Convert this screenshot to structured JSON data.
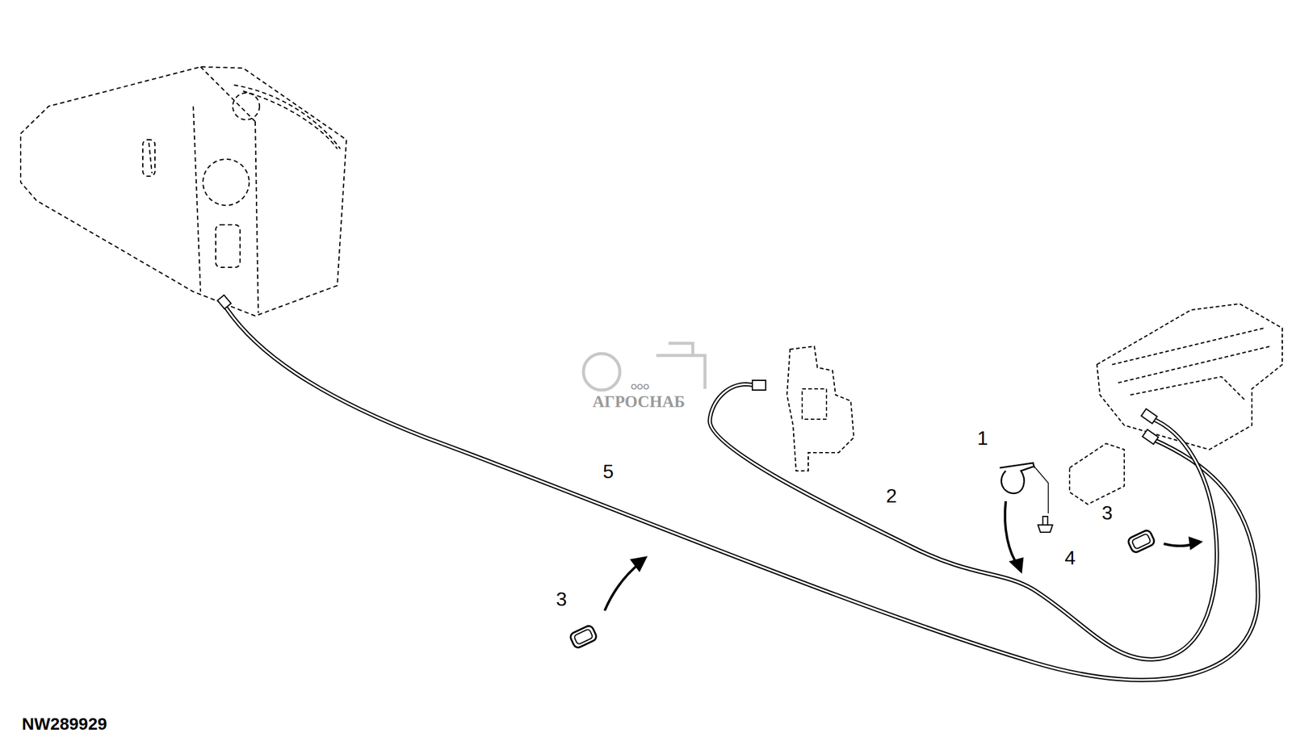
{
  "diagram": {
    "labels": [
      "ООО",
      "АГРОСНАБ",
      "1",
      "2",
      "3",
      "4",
      "5",
      "3",
      "NW289929"
    ]
  }
}
